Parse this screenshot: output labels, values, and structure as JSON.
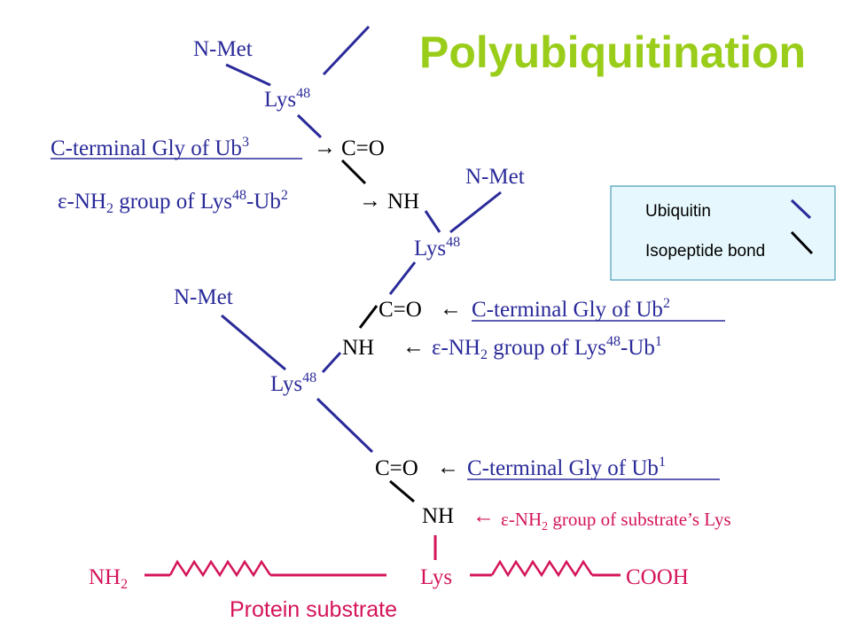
{
  "title": "Polyubiquitination",
  "legend": {
    "ubiquitin": "Ubiquitin",
    "isopeptide_bond": "Isopeptide bond"
  },
  "ub3": {
    "n_terminus": "N-Met",
    "lys": "Lys",
    "lys_sup": "48"
  },
  "ub2": {
    "n_terminus": "N-Met",
    "lys": "Lys",
    "lys_sup": "48"
  },
  "ub1": {
    "n_terminus": "N-Met",
    "lys": "Lys",
    "lys_sup": "48"
  },
  "bond3": {
    "carbonyl": "C=O",
    "amine": "NH",
    "carbonyl_note": {
      "text": "C-terminal Gly of Ub",
      "sup": "3"
    },
    "amine_note": {
      "prefix": "ε-NH",
      "sub": "2",
      "mid": " group of Lys",
      "sup1": "48",
      "suffix": "-Ub",
      "sup2": "2"
    }
  },
  "bond2": {
    "carbonyl": "C=O",
    "amine": "NH",
    "carbonyl_note": {
      "text": "C-terminal Gly of Ub",
      "sup": "2"
    },
    "amine_note": {
      "prefix": "ε-NH",
      "sub": "2",
      "mid": " group of Lys",
      "sup1": "48",
      "suffix": "-Ub",
      "sup2": "1"
    }
  },
  "bond1": {
    "carbonyl": "C=O",
    "amine": "NH",
    "carbonyl_note": {
      "text": "C-terminal Gly of Ub",
      "sup": "1"
    },
    "amine_note": {
      "prefix": "ε-NH",
      "sub": "2",
      "suffix": " group of substrate’s Lys"
    }
  },
  "substrate": {
    "n_terminus": "NH",
    "n_terminus_sub": "2",
    "lys": "Lys",
    "c_terminus": "COOH",
    "label": "Protein substrate"
  },
  "arrows": {
    "right": "→",
    "left": "←"
  },
  "colors": {
    "title": "#9acd1a",
    "ubiquitin": "#2a2a9a",
    "bond": "#000000",
    "substrate": "#d4145a",
    "legend_bg": "#e6f8fd",
    "legend_border": "#2a8aa8"
  }
}
